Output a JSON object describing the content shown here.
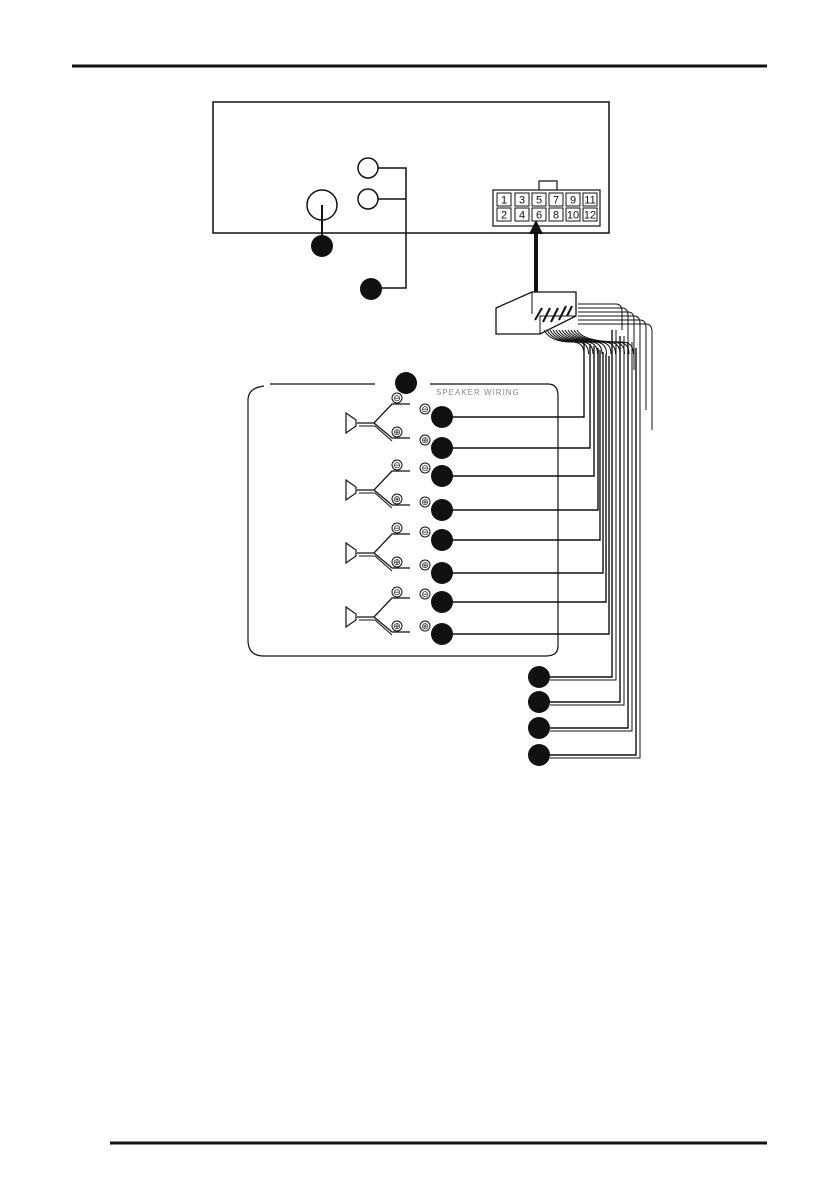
{
  "connector": {
    "top_row": [
      "1",
      "3",
      "5",
      "7",
      "9",
      "11"
    ],
    "bottom_row": [
      "2",
      "4",
      "6",
      "8",
      "10",
      "12"
    ]
  },
  "speaker_terminals": [
    {
      "negative": "⊖",
      "positive": "⊕"
    },
    {
      "negative": "⊖",
      "positive": "⊕"
    },
    {
      "negative": "⊖",
      "positive": "⊕"
    },
    {
      "negative": "⊖",
      "positive": "⊕"
    }
  ],
  "panel_header_text": "SPEAKER WIRING",
  "colors": {
    "line": "#111111",
    "marker_fill": "#111111",
    "background": "#ffffff"
  },
  "icons": [
    "speaker-icon",
    "antenna-jack-icon",
    "rca-jack-icon",
    "callout-marker-icon",
    "iso-plug-icon"
  ]
}
